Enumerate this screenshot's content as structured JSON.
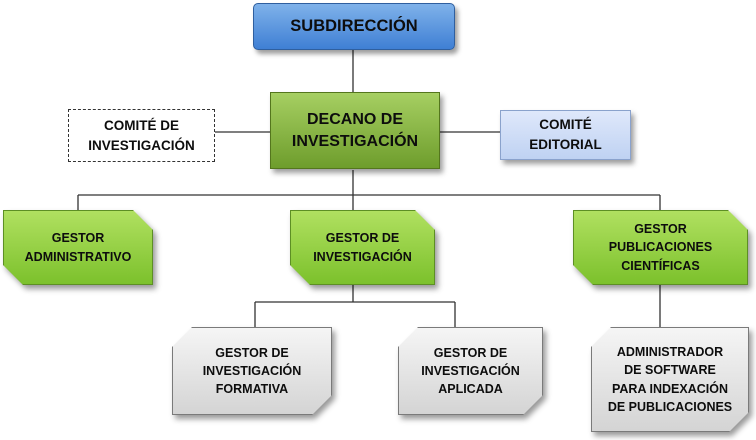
{
  "org_chart": {
    "top": "SUBDIRECCIÓN",
    "head": "DECANO DE\nINVESTIGACIÓN",
    "committee_left": "COMITÉ DE\nINVESTIGACIÓN",
    "committee_right": "COMITÉ\nEDITORIAL",
    "manager_admin": "GESTOR\nADMINISTRATIVO",
    "manager_research": "GESTOR DE\nINVESTIGACIÓN",
    "manager_publications": "GESTOR\nPUBLICACIONES\nCIENTÍFICAS",
    "research_formative": "GESTOR DE\nINVESTIGACIÓN\nFORMATIVA",
    "research_applied": "GESTOR DE\nINVESTIGACIÓN\nAPLICADA",
    "software_admin": "ADMINISTRADOR\nDE SOFTWARE\nPARA INDEXACIÓN\nDE PUBLICACIONES"
  },
  "colors": {
    "top_box": "#4f8fdc",
    "head_box": "#86b23f",
    "manager_boxes": "#8ccc3c",
    "editorial_box": "#cddcf6",
    "leaf_boxes": "#e2e2e2",
    "connector_lines": "#333333"
  }
}
